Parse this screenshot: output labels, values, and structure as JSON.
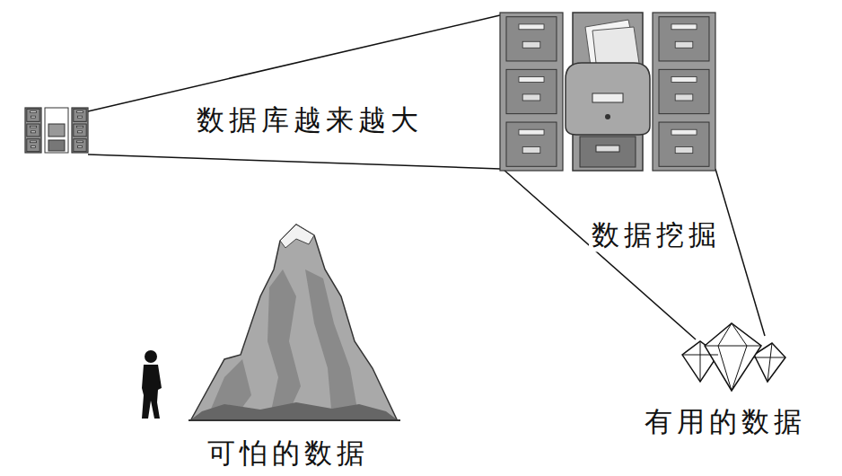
{
  "diagram": {
    "labels": [
      "数据库越来越大",
      "数据挖掘",
      "可怕的数据",
      "有用的数据"
    ]
  }
}
